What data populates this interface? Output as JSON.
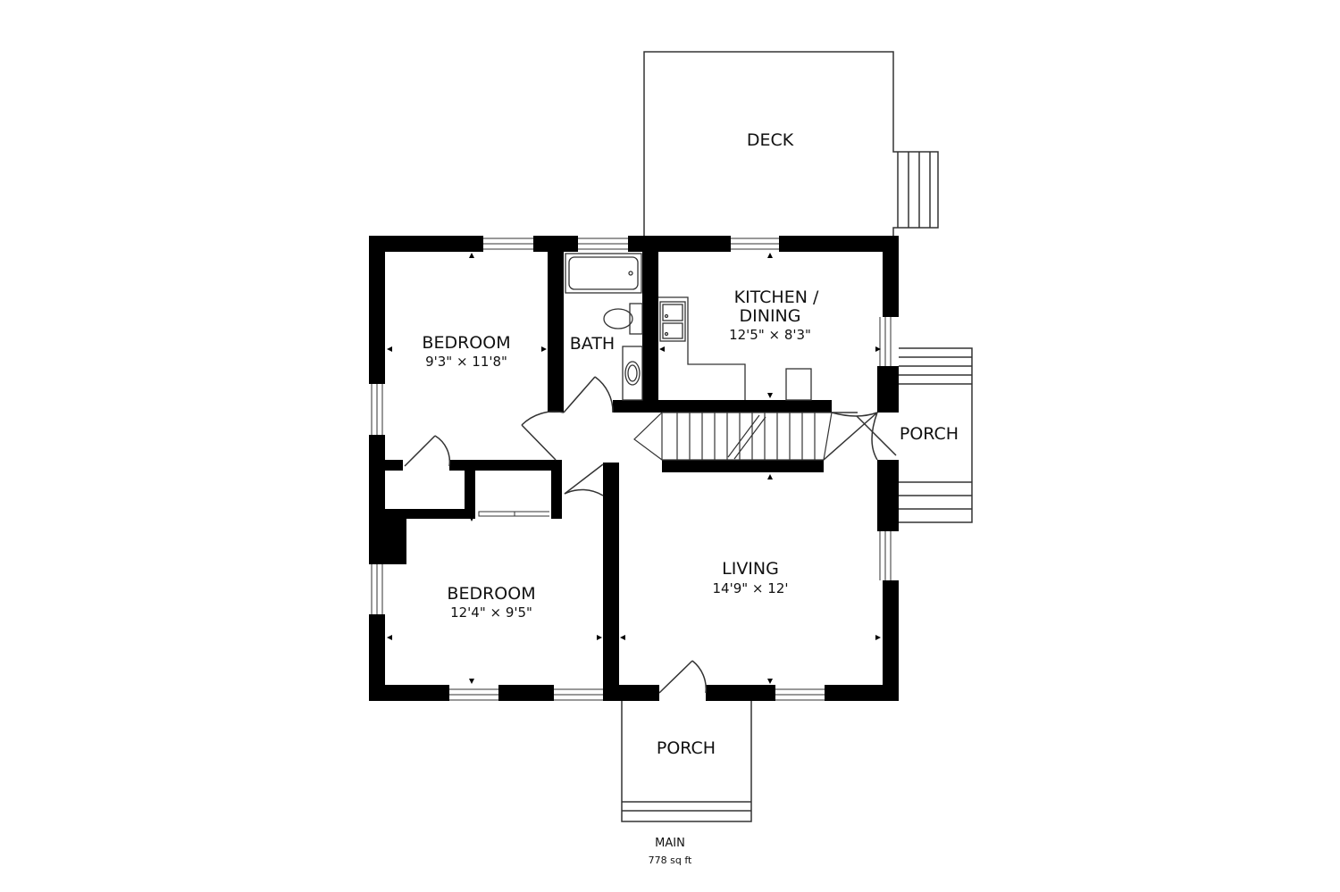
{
  "floor": {
    "name": "MAIN",
    "area": "778 sq ft"
  },
  "rooms": {
    "deck": {
      "name": "DECK"
    },
    "kitchen": {
      "name_line1": "KITCHEN /",
      "name_line2": "DINING",
      "dims": "12'5\" × 8'3\""
    },
    "bedroom_upper": {
      "name": "BEDROOM",
      "dims": "9'3\" × 11'8\""
    },
    "bath": {
      "name": "BATH"
    },
    "porch_side": {
      "name": "PORCH"
    },
    "living": {
      "name": "LIVING",
      "dims": "14'9\" × 12'"
    },
    "bedroom_lower": {
      "name": "BEDROOM",
      "dims": "12'4\" × 9'5\""
    },
    "porch_front": {
      "name": "PORCH"
    }
  },
  "colors": {
    "wall": "#000000",
    "line": "#333333",
    "background": "#ffffff"
  }
}
